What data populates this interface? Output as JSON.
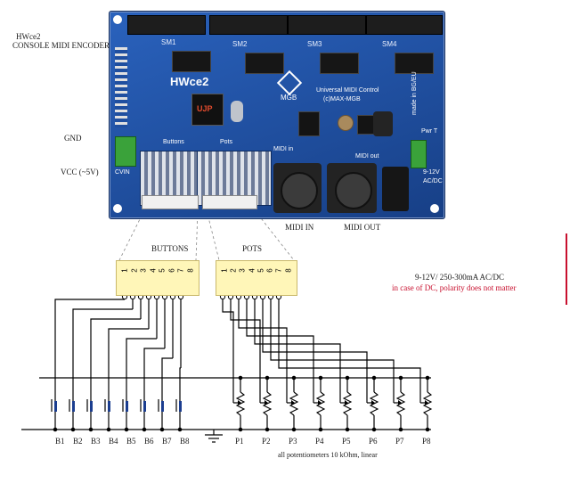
{
  "title": {
    "line1": "HWce2",
    "line2": "CONSOLE MIDI ENCODER"
  },
  "board": {
    "name": "HWce2",
    "chips": [
      "SM1",
      "SM2",
      "SM3",
      "SM4"
    ],
    "silk_text": "Universal MIDI Control",
    "silk_copyright": "(c)MAX-MGB",
    "silk_logo": "MGB",
    "silk_side": "made in BG/EU",
    "header_buttons": "Buttons",
    "header_pots": "Pots",
    "port_midi_in": "MIDI in",
    "port_midi_out": "MIDI out",
    "pwr_label": "Pwr T",
    "pwr_voltage": "9-12V",
    "pwr_type": "AC/DC",
    "cvin": "CVIN",
    "ujp": "UJP"
  },
  "labels": {
    "gnd": "GND",
    "vcc": "VCC (~5V)",
    "midi_in": "MIDI IN",
    "midi_out": "MIDI OUT",
    "buttons": "BUTTONS",
    "pots": "POTS",
    "power_spec": "9-12V/ 250-300mA AC/DC",
    "power_note": "in case of DC, polarity does not matter",
    "pot_note": "all potentiometers 10 kOhm, linear"
  },
  "connector_pins": [
    "1",
    "2",
    "3",
    "4",
    "5",
    "6",
    "7",
    "8"
  ],
  "buttons": [
    "B1",
    "B2",
    "B3",
    "B4",
    "B5",
    "B6",
    "B7",
    "B8"
  ],
  "pots": [
    "P1",
    "P2",
    "P3",
    "P4",
    "P5",
    "P6",
    "P7",
    "P8"
  ],
  "colors": {
    "pcb": "#1f4fa0",
    "connector": "#fff6b8",
    "wire": "#000000",
    "power_wire": "#c8102e",
    "terminal": "#3aa23a"
  }
}
